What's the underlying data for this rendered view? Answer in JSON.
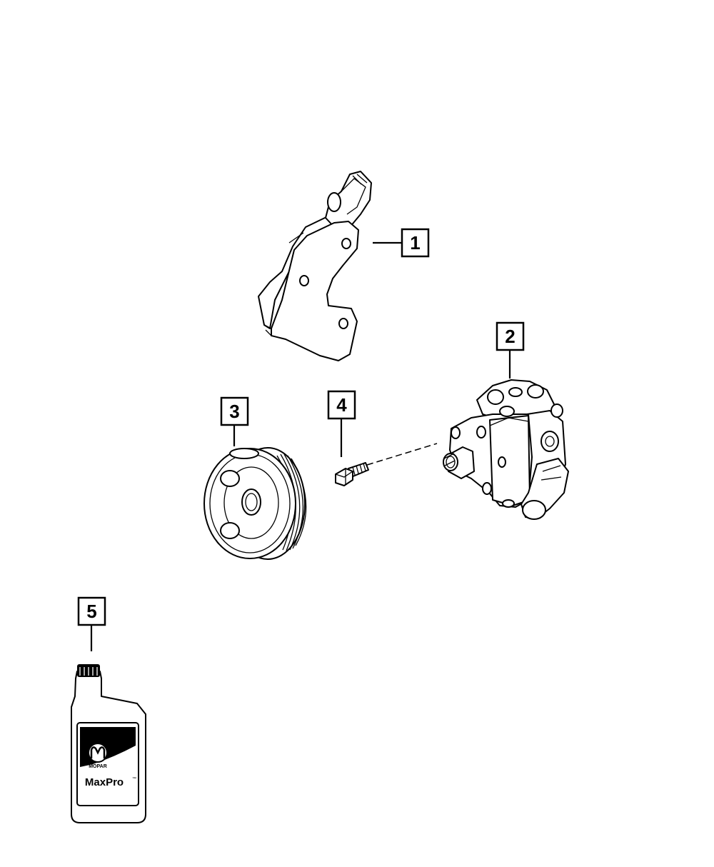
{
  "callouts": [
    {
      "id": "1",
      "label": "1"
    },
    {
      "id": "2",
      "label": "2"
    },
    {
      "id": "3",
      "label": "3"
    },
    {
      "id": "4",
      "label": "4"
    },
    {
      "id": "5",
      "label": "5"
    }
  ],
  "bottle": {
    "brand": "MOPAR",
    "product": "MaxPro",
    "trademark": "™"
  }
}
